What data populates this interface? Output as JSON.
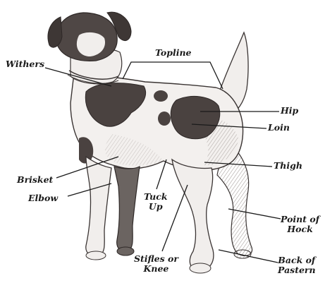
{
  "diagram": {
    "labels": {
      "topline": "Topline",
      "withers": "Withers",
      "hip": "Hip",
      "loin": "Loin",
      "brisket": "Brisket",
      "thigh": "Thigh",
      "elbow": "Elbow",
      "tuck_up": "Tuck\nUp",
      "point_of_hock": "Point of\nHock",
      "stifles_or_knee": "Stifles or\nKnee",
      "back_of_pastern": "Back of\nPastern"
    },
    "colors": {
      "ink": "#1a1a1a",
      "fur_shade": "#6b6461",
      "patch": "#4a4240",
      "outline": "#3a3433"
    }
  }
}
